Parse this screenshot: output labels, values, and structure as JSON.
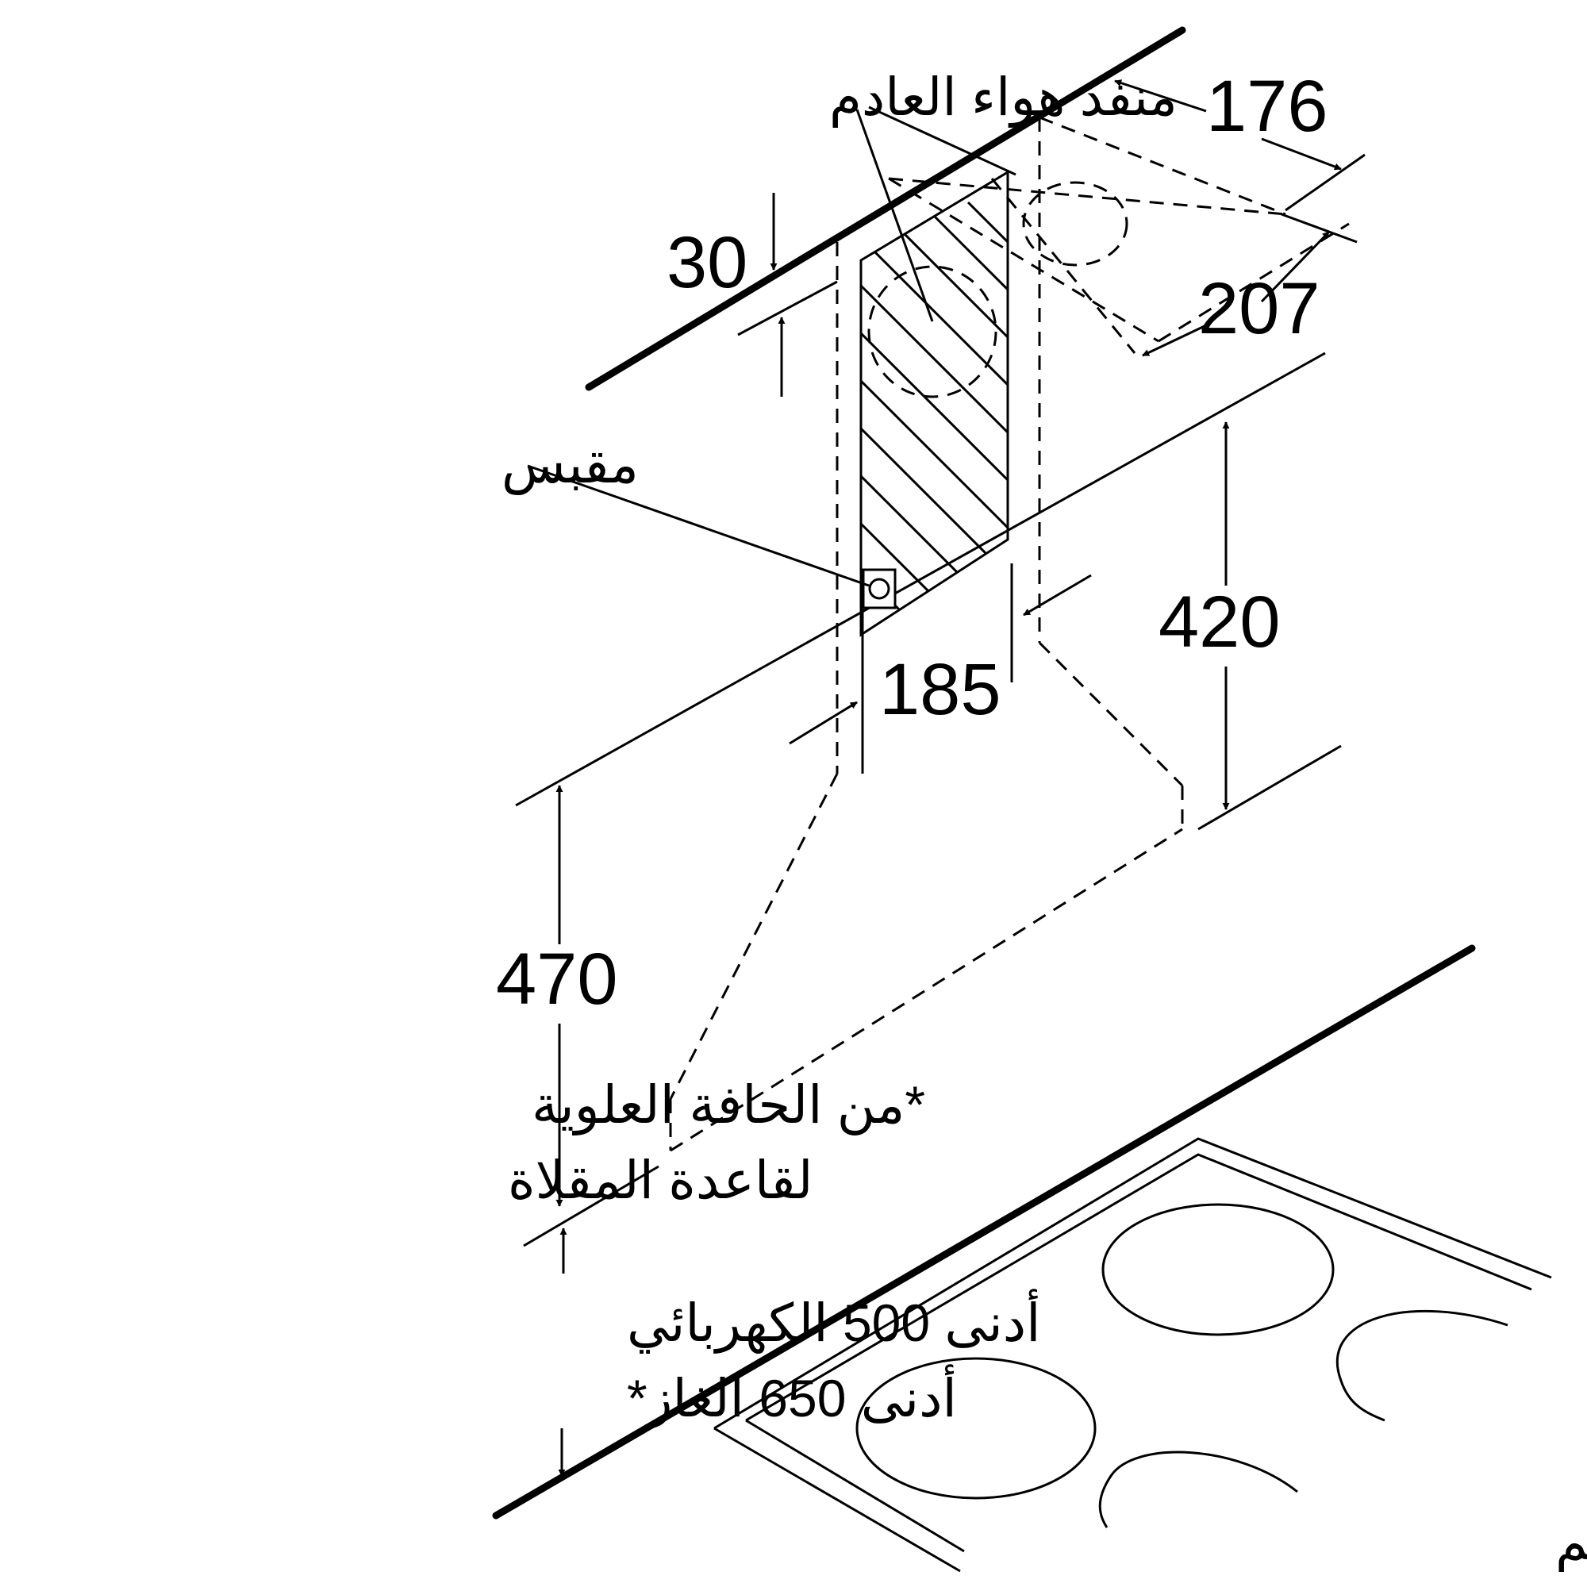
{
  "labels": {
    "exhaust_outlet": "منفذ هواء العادم",
    "socket": "مقبس",
    "from_pan_edge_line1": "*من الحافة العلوية",
    "from_pan_edge_line2": "لقاعدة المقلاة",
    "min_electric": "أدنى 500 الكهربائي",
    "min_gas": "أدنى 650 الغاز*",
    "units_note": "القياسات بالمم"
  },
  "dimensions": {
    "d176": "176",
    "d207": "207",
    "d30": "30",
    "d420": "420",
    "d185": "185",
    "d470": "470"
  },
  "colors": {
    "line": "#000000",
    "background": "#ffffff"
  }
}
